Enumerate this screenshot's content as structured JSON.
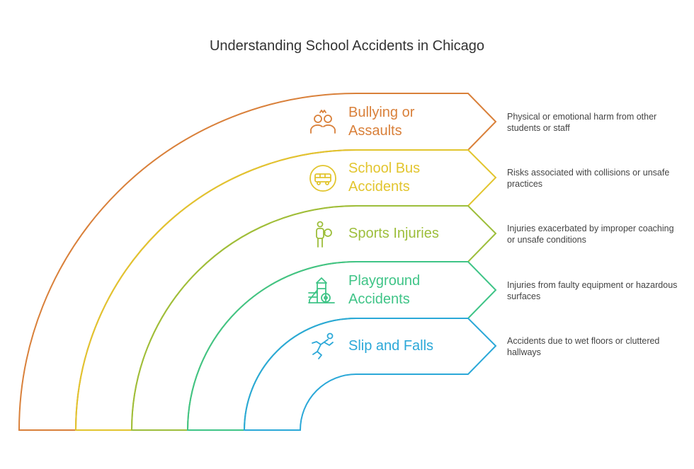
{
  "title": "Understanding School Accidents in Chicago",
  "categories": [
    {
      "label": "Bullying or\nAssaults",
      "description": "Physical or emotional harm from other students or staff",
      "color": "#D9803A",
      "icon": "people-conflict-icon"
    },
    {
      "label": "School Bus\nAccidents",
      "description": "Risks associated with collisions or unsafe practices",
      "color": "#E2C52E",
      "icon": "school-bus-icon"
    },
    {
      "label": "Sports Injuries",
      "description": "Injuries exacerbated by improper coaching or unsafe conditions",
      "color": "#9DBE3B",
      "icon": "athlete-icon"
    },
    {
      "label": "Playground\nAccidents",
      "description": "Injuries from faulty equipment or hazardous surfaces",
      "color": "#3FC487",
      "icon": "playground-icon"
    },
    {
      "label": "Slip and Falls",
      "description": "Accidents due to wet floors or cluttered hallways",
      "color": "#2BA8D8",
      "icon": "falling-person-icon"
    }
  ]
}
